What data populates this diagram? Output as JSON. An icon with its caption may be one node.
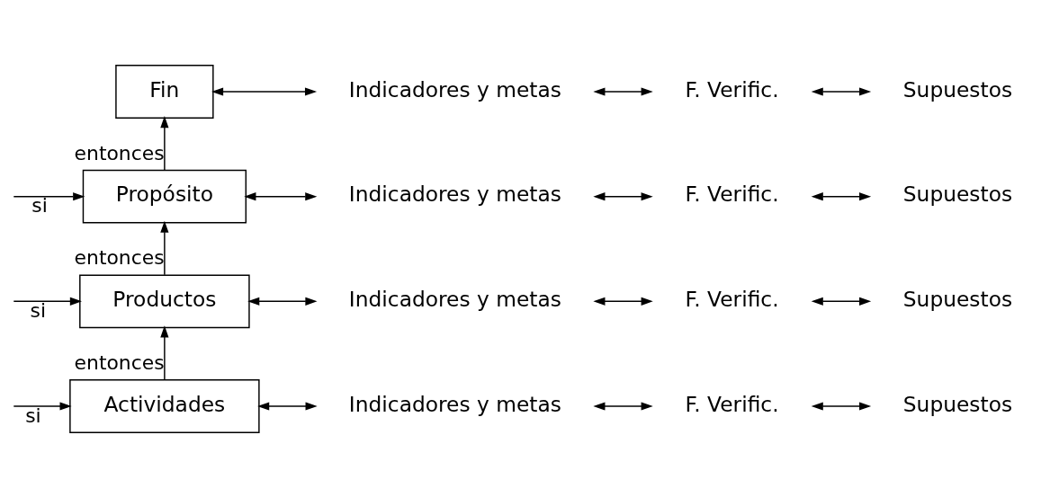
{
  "diagram": {
    "nodes": [
      {
        "text": [
          "Fin"
        ]
      },
      {
        "text": [
          "Indicadores y metas"
        ]
      },
      {
        "text": [
          "F. Verific."
        ]
      },
      {
        "text": [
          "Supuestos"
        ]
      },
      {
        "text": [
          "Propósito"
        ]
      },
      {
        "text": [
          "Indicadores y metas"
        ]
      },
      {
        "text": [
          "F. Verific."
        ]
      },
      {
        "text": [
          "Supuestos"
        ]
      },
      {
        "text": [
          "Productos"
        ]
      },
      {
        "text": [
          "Indicadores y metas"
        ]
      },
      {
        "text": [
          "F. Verific."
        ]
      },
      {
        "text": [
          "Supuestos"
        ]
      },
      {
        "text": [
          "Actividades"
        ]
      },
      {
        "text": [
          "Indicadores y metas"
        ]
      },
      {
        "text": [
          "F. Verific."
        ]
      },
      {
        "text": [
          "Supuestos"
        ]
      }
    ],
    "edges": [
      {
        "from": 0,
        "to": 1,
        "arrow": "both"
      },
      {
        "from": 1,
        "to": 2,
        "arrow": "both"
      },
      {
        "from": 2,
        "to": 3,
        "arrow": "both"
      },
      {
        "from": 4,
        "to": 5,
        "arrow": "both"
      },
      {
        "from": 5,
        "to": 6,
        "arrow": "both"
      },
      {
        "from": 6,
        "to": 7,
        "arrow": "both"
      },
      {
        "from": 8,
        "to": 9,
        "arrow": "both"
      },
      {
        "from": 9,
        "to": 10,
        "arrow": "both"
      },
      {
        "from": 10,
        "to": 11,
        "arrow": "both"
      },
      {
        "from": 12,
        "to": 13,
        "arrow": "both"
      },
      {
        "from": 13,
        "to": 14,
        "arrow": "both"
      },
      {
        "from": 14,
        "to": 15,
        "arrow": "both"
      },
      {
        "from": 4,
        "to": 0,
        "arrow": "to",
        "label": "entonces"
      },
      {
        "from": null,
        "to": 4,
        "arrow": "to",
        "label": "si"
      },
      {
        "from": 8,
        "to": 4,
        "arrow": "to",
        "label": "entonces"
      },
      {
        "from": null,
        "to": 8,
        "arrow": "to",
        "label": "si"
      },
      {
        "from": 12,
        "to": 8,
        "arrow": "to",
        "label": "entonces"
      },
      {
        "from": null,
        "to": 12,
        "arrow": "to",
        "label": "si"
      }
    ]
  }
}
